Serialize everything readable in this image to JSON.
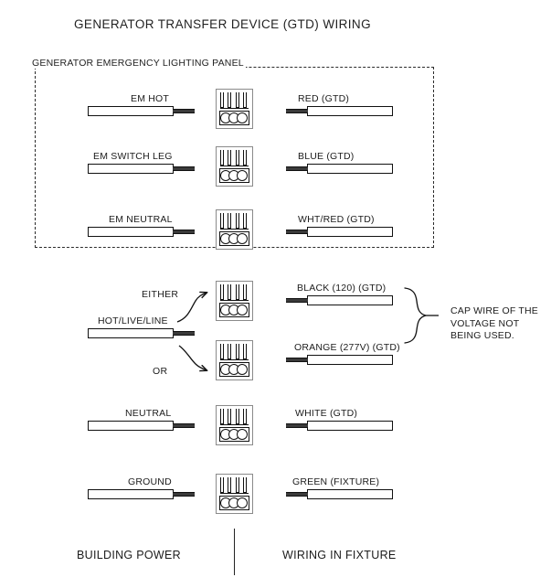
{
  "title": "GENERATOR TRANSFER DEVICE (GTD) WIRING",
  "panel": {
    "label": "GENERATOR EMERGENCY LIGHTING PANEL"
  },
  "rows": [
    {
      "id": "em-hot",
      "left_label": "EM HOT",
      "right_label": "RED (GTD)",
      "connector": "wire-nut-connector"
    },
    {
      "id": "em-switch-leg",
      "left_label": "EM SWITCH LEG",
      "right_label": "BLUE (GTD)",
      "connector": "wire-nut-connector"
    },
    {
      "id": "em-neutral",
      "left_label": "EM NEUTRAL",
      "right_label": "WHT/RED (GTD)",
      "connector": "wire-nut-connector"
    },
    {
      "id": "hot-live-line-120",
      "left_label": "HOT/LIVE/LINE",
      "right_label": "BLACK (120) (GTD)",
      "connector": "wire-nut-connector"
    },
    {
      "id": "hot-live-line-277",
      "left_label": "",
      "right_label": "ORANGE (277V) (GTD)",
      "connector": "wire-nut-connector"
    },
    {
      "id": "neutral",
      "left_label": "NEUTRAL",
      "right_label": "WHITE (GTD)",
      "connector": "wire-nut-connector"
    },
    {
      "id": "ground",
      "left_label": "GROUND",
      "right_label": "GREEN (FIXTURE)",
      "connector": "wire-nut-connector"
    }
  ],
  "branch": {
    "either_label": "EITHER",
    "or_label": "OR"
  },
  "note": {
    "line1": "CAP WIRE OF THE",
    "line2": "VOLTAGE NOT",
    "line3": "BEING USED."
  },
  "footer": {
    "left": "BUILDING POWER",
    "right": "WIRING IN FIXTURE"
  },
  "colors": {
    "ink": "#1a1a1a",
    "connector_border": "#8a8a8a",
    "conductor": "#3a3a3a",
    "background": "#ffffff"
  }
}
